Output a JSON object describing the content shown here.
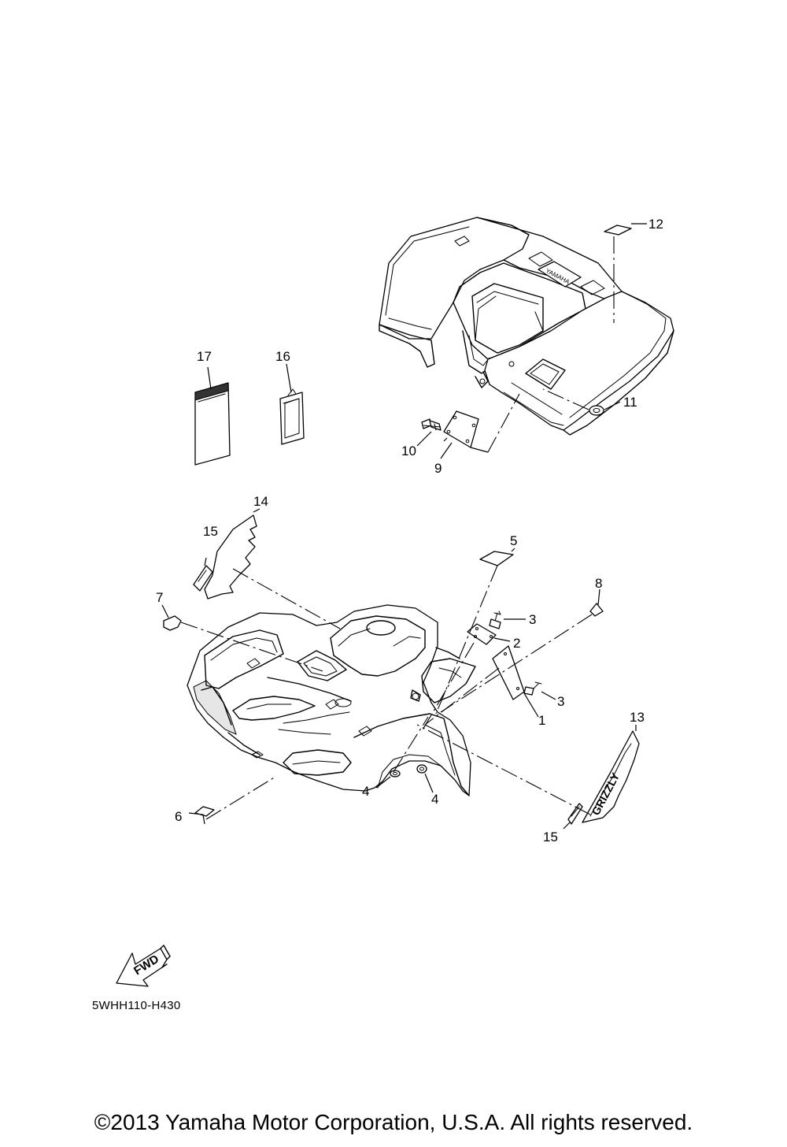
{
  "diagram": {
    "part_code": "5WHH110-H430",
    "copyright": "©2013 Yamaha Motor Corporation, U.S.A. All rights reserved.",
    "direction_arrow": {
      "label": "FWD",
      "icon": "fwd-arrow-icon"
    },
    "callouts": [
      {
        "number": "1"
      },
      {
        "number": "2"
      },
      {
        "number": "3"
      },
      {
        "number": "3"
      },
      {
        "number": "4"
      },
      {
        "number": "4"
      },
      {
        "number": "5"
      },
      {
        "number": "6"
      },
      {
        "number": "7"
      },
      {
        "number": "8"
      },
      {
        "number": "9"
      },
      {
        "number": "10"
      },
      {
        "number": "11"
      },
      {
        "number": "12"
      },
      {
        "number": "13"
      },
      {
        "number": "14"
      },
      {
        "number": "15"
      },
      {
        "number": "15"
      },
      {
        "number": "16"
      },
      {
        "number": "17"
      }
    ],
    "rear_fender_logo": "YAMAHA",
    "emblem_text": "GRIZZLY"
  }
}
